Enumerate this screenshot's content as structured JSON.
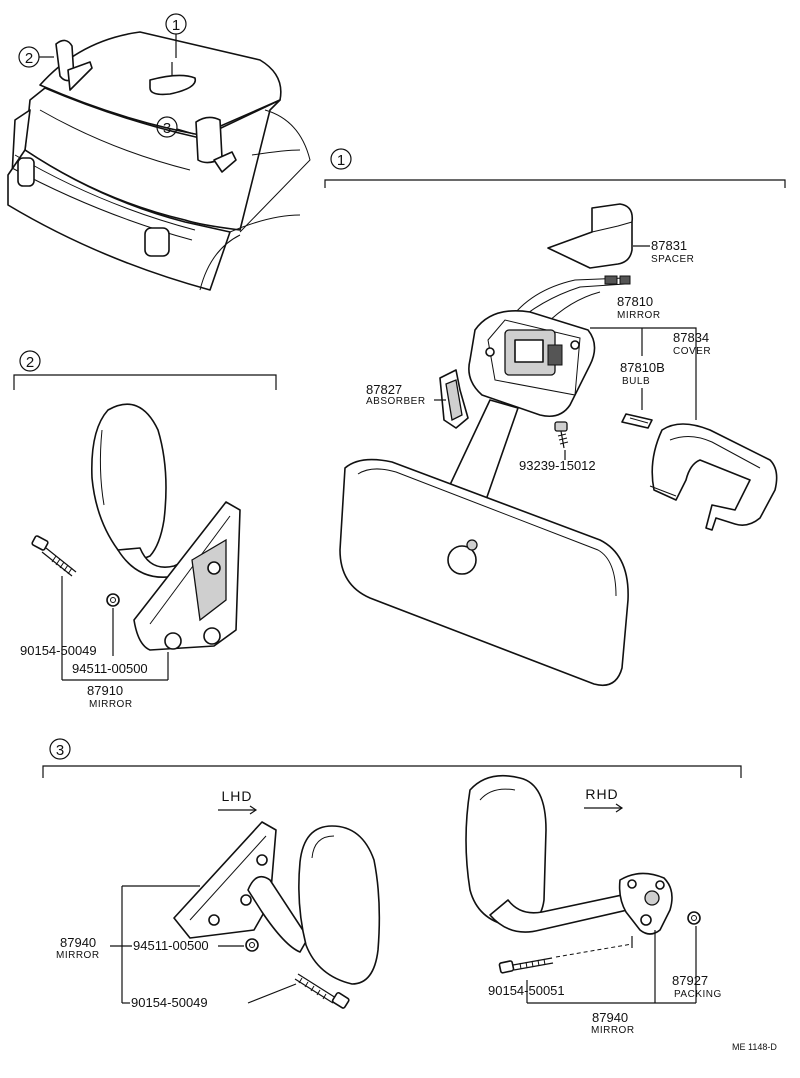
{
  "callouts": {
    "c1": "1",
    "c2": "2",
    "c3": "3"
  },
  "section1": {
    "number": "1",
    "spacer": {
      "part": "87831",
      "name": "SPACER"
    },
    "mirror": {
      "part": "87810",
      "name": "MIRROR"
    },
    "cover": {
      "part": "87834",
      "name": "COVER"
    },
    "bulb": {
      "part": "87810B",
      "name": "BULB"
    },
    "absorber": {
      "part": "87827",
      "name": "ABSORBER"
    },
    "screw": {
      "part": "93239-15012"
    }
  },
  "section2": {
    "number": "2",
    "bolt": {
      "part": "90154-50049"
    },
    "nut": {
      "part": "94511-00500"
    },
    "mirror": {
      "part": "87910",
      "name": "MIRROR"
    }
  },
  "section3": {
    "number": "3",
    "lhd": {
      "heading": "LHD",
      "mirror": {
        "part": "87940",
        "name": "MIRROR"
      },
      "nut": {
        "part": "94511-00500"
      },
      "bolt": {
        "part": "90154-50049"
      }
    },
    "rhd": {
      "heading": "RHD",
      "packing": {
        "part": "87927",
        "name": "PACKING"
      },
      "bolt": {
        "part": "90154-50051"
      },
      "mirror": {
        "part": "87940",
        "name": "MIRROR"
      }
    }
  },
  "footer": {
    "ref": "ME 1148-D"
  }
}
